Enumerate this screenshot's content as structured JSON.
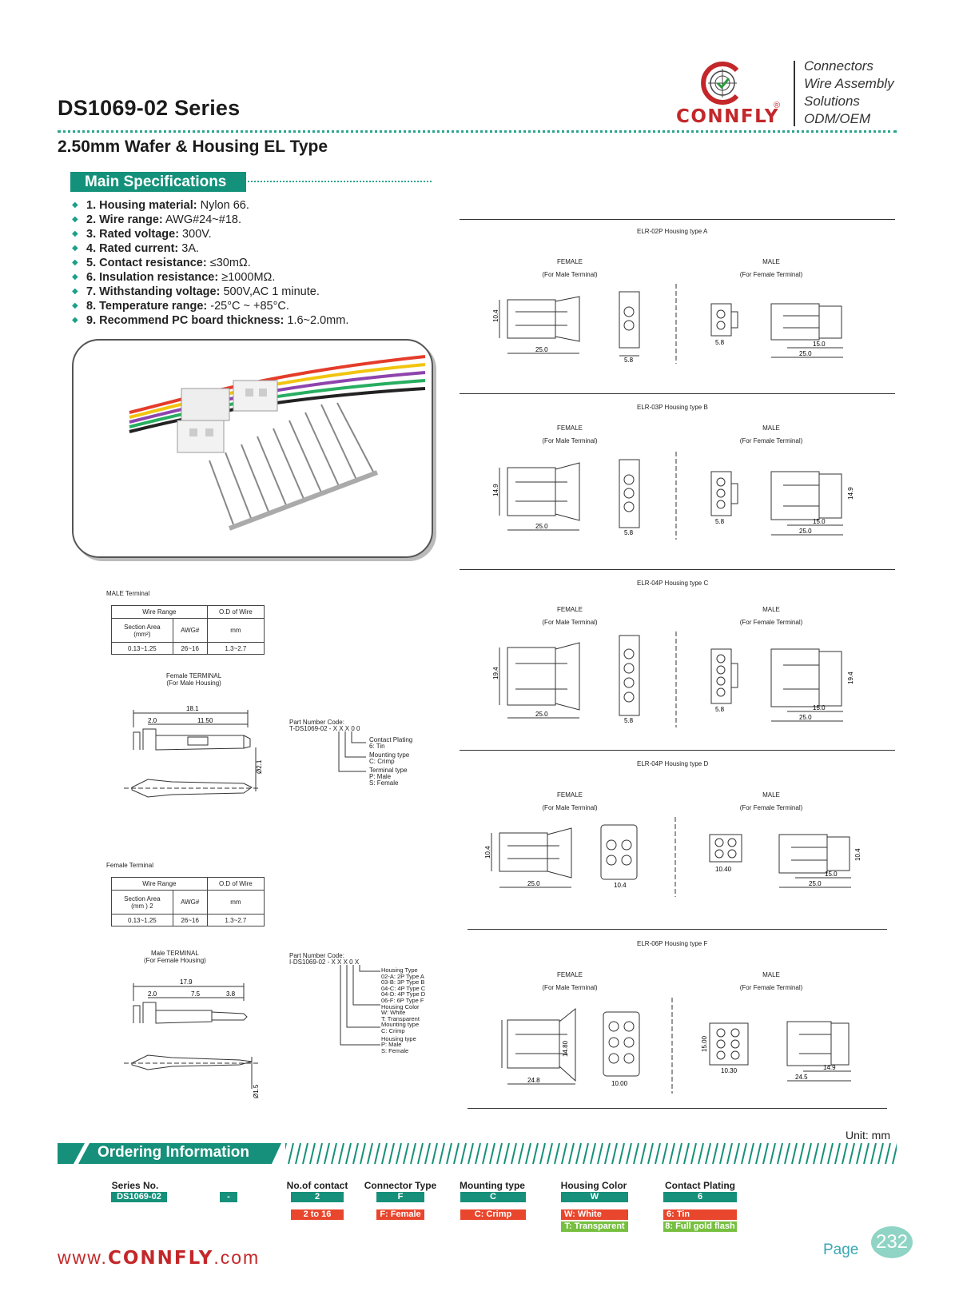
{
  "header": {
    "series_title": "DS1069-02 Series",
    "subtitle": "2.50mm Wafer & Housing EL Type",
    "brand_name": "CONNFLY",
    "brand_reg": "®",
    "tagline": [
      "Connectors",
      "Wire Assembly",
      "Solutions",
      "ODM/OEM"
    ]
  },
  "specs": {
    "heading": "Main Specifications",
    "items": [
      {
        "label": "1. Housing material:",
        "value": " Nylon 66."
      },
      {
        "label": "2. Wire range:",
        "value": " AWG#24~#18."
      },
      {
        "label": "3. Rated voltage:",
        "value": " 300V."
      },
      {
        "label": "4. Rated current:",
        "value": " 3A."
      },
      {
        "label": "5. Contact resistance:",
        "value": " ≤30mΩ."
      },
      {
        "label": "6. Insulation resistance:",
        "value": " ≥1000MΩ."
      },
      {
        "label": "7. Withstanding voltage:",
        "value": " 500V,AC 1 minute."
      },
      {
        "label": "8. Temperature range:",
        "value": " -25°C ~ +85°C."
      },
      {
        "label": "9. Recommend PC board thickness:",
        "value": " 1.6~2.0mm."
      }
    ]
  },
  "housings": [
    {
      "title": "ELR-02P Housing type A",
      "female": "FEMALE",
      "female_sub": "(For Male Terminal)",
      "male": "MALE",
      "male_sub": "(For Female Terminal)",
      "h": "10.4",
      "l1": "25.0",
      "w1": "5.8",
      "w2": "5.8",
      "ml": "15.0",
      "ml2": "25.0",
      "mh": ""
    },
    {
      "title": "ELR-03P Housing type B",
      "female": "FEMALE",
      "female_sub": "(For Male Terminal)",
      "male": "MALE",
      "male_sub": "(For Female Terminal)",
      "h": "14.9",
      "l1": "25.0",
      "w1": "5.8",
      "w2": "5.8",
      "ml": "15.0",
      "ml2": "25.0",
      "mh": "14.9"
    },
    {
      "title": "ELR-04P Housing type C",
      "female": "FEMALE",
      "female_sub": "(For Male Terminal)",
      "male": "MALE",
      "male_sub": "(For Female Terminal)",
      "h": "19.4",
      "l1": "25.0",
      "w1": "5.8",
      "w2": "5.8",
      "ml": "15.0",
      "ml2": "25.0",
      "mh": "19.4"
    },
    {
      "title": "ELR-04P Housing type D",
      "female": "FEMALE",
      "female_sub": "(For Male Terminal)",
      "male": "MALE",
      "male_sub": "(For Female Terminal)",
      "h": "10.4",
      "l1": "25.0",
      "w1": "10.4",
      "w2": "10.40",
      "ml": "15.0",
      "ml2": "25.0",
      "mh": "10.4"
    },
    {
      "title": "ELR-06P Housing type F",
      "female": "FEMALE",
      "female_sub": "(For Male Terminal)",
      "male": "MALE",
      "male_sub": "(For Female Terminal)",
      "h": "14.80",
      "l1": "24.8",
      "w1": "10.00",
      "w2": "10.30",
      "ml": "14.9",
      "ml2": "24.5",
      "mh": "15.00"
    }
  ],
  "male_terminal": {
    "caption": "MALE Terminal",
    "col1": "Wire Range",
    "col2": "O.D of Wire",
    "r1a": "Section Area",
    "r1a2": "(mm²)",
    "r1b": "AWG#",
    "r1c": "mm",
    "r2a": "0.13~1.25",
    "r2b": "26~16",
    "r2c": "1.3~2.7",
    "drawing_title": "Female TERMINAL",
    "drawing_sub": "(For Male Housing)",
    "d1": "18.1",
    "d2": "2.0",
    "d3": "11.50",
    "d4": "Ø2.1"
  },
  "female_terminal": {
    "caption": "Female Terminal",
    "col1": "Wire Range",
    "col2": "O.D of Wire",
    "r1a": "Section Area",
    "r1a2": "(mm ) 2",
    "r1b": "AWG#",
    "r1c": "mm",
    "r2a": "0.13~1.25",
    "r2b": "26~16",
    "r2c": "1.3~2.7",
    "drawing_title": "Male TERMINAL",
    "drawing_sub": "(For Female Housing)",
    "d1": "17.9",
    "d2": "2.0",
    "d3": "7.5",
    "d4": "3.8",
    "d5": "Ø1.5"
  },
  "part_code_1": {
    "title": "Part Number Code:",
    "code": "T-DS1069-02 - X X X 0 0",
    "lines": [
      "Contact Plating",
      "6: Tin",
      "Mounting type",
      "C: Crimp",
      "Terminal type",
      "P: Male",
      "S: Female"
    ]
  },
  "part_code_2": {
    "title": "Part Number Code:",
    "code": "I-DS1069-02 - X X X 0 X",
    "lines": [
      "Housing Type",
      "02-A: 2P Type A",
      "03-B: 3P Type B",
      "04-C: 4P Type C",
      "04-D: 4P Type D",
      "06-F: 6P Type F",
      "Housing Color",
      "W: White",
      "T: Transparent",
      "Mounting type",
      "C: Crimp",
      "Housing type",
      "P: Male",
      "S: Female"
    ]
  },
  "ordering": {
    "heading": "Ordering Information",
    "unit": "Unit: mm",
    "series_label": "Series No.",
    "series_value": "DS1069-02",
    "dash": "-",
    "columns": [
      {
        "label": "No.of contact",
        "value": "2",
        "options": [
          "2 to 16"
        ]
      },
      {
        "label": "Connector Type",
        "value": "F",
        "options": [
          "F: Female"
        ]
      },
      {
        "label": "Mounting type",
        "value": "C",
        "options": [
          "C: Crimp"
        ]
      },
      {
        "label": "Housing Color",
        "value": "W",
        "options": [
          "W: White",
          "T: Transparent"
        ]
      },
      {
        "label": "Contact Plating",
        "value": "6",
        "options": [
          "6: Tin",
          "8: Full gold flash"
        ]
      }
    ]
  },
  "footer": {
    "www_prefix": "www.",
    "www_brand": "CONNFLY",
    "www_suffix": ".com",
    "page_word": "Page",
    "page_number": "232"
  },
  "colors": {
    "teal": "#16907a",
    "red": "#e8462d",
    "brand_red": "#c3272a",
    "green": "#77bf40"
  }
}
